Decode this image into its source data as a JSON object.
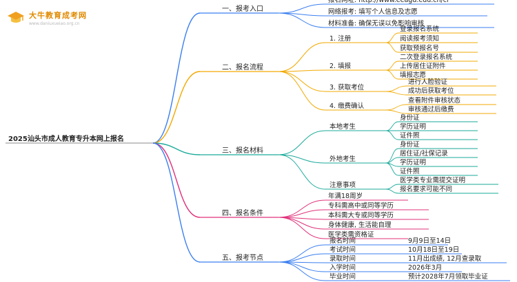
{
  "watermark": {
    "site_name": "大牛教育成考网",
    "site_url": "www.daniuxueiao.org.cn"
  },
  "root": {
    "label": "2025汕头市成人教育专升本网上报名"
  },
  "branches": [
    {
      "label": "一、报考入口",
      "color": "#3a7ef0",
      "children": [
        {
          "label": "报名网址: http://www.eeagd.edu.cn/cr"
        },
        {
          "label": "网络报考: 填写个人信息及志愿"
        },
        {
          "label": "材料准备: 确保无误以免影响审核"
        }
      ]
    },
    {
      "label": "二、报名流程",
      "color": "#f2a900",
      "children": [
        {
          "label": "1. 注册",
          "children": [
            {
              "label": "登录报名系统"
            },
            {
              "label": "阅读报考须知"
            },
            {
              "label": "获取预报名号"
            }
          ]
        },
        {
          "label": "2. 填报",
          "children": [
            {
              "label": "二次登录报名系统"
            },
            {
              "label": "上传居住证附件"
            },
            {
              "label": "填报志愿"
            }
          ]
        },
        {
          "label": "3. 获取考位",
          "children": [
            {
              "label": "进行人脸验证"
            },
            {
              "label": "成功后获取考位"
            }
          ]
        },
        {
          "label": "4. 缴费确认",
          "children": [
            {
              "label": "查看附件审核状态"
            },
            {
              "label": "审核通过后缴费"
            }
          ]
        }
      ]
    },
    {
      "label": "三、报名材料",
      "color": "#1aaa9a",
      "children": [
        {
          "label": "本地考生",
          "children": [
            {
              "label": "身份证"
            },
            {
              "label": "学历证明"
            },
            {
              "label": "证件照"
            }
          ]
        },
        {
          "label": "外地考生",
          "children": [
            {
              "label": "身份证"
            },
            {
              "label": "居住证/社保记录"
            },
            {
              "label": "学历证明"
            },
            {
              "label": "证件照"
            }
          ]
        },
        {
          "label": "注意事项",
          "children": [
            {
              "label": "医学类专业需提交证明"
            },
            {
              "label": "报名要求可能不同"
            }
          ]
        }
      ]
    },
    {
      "label": "四、报名条件",
      "color": "#e0307a",
      "children": [
        {
          "label": "年满18周岁"
        },
        {
          "label": "专科需高中或同等学历"
        },
        {
          "label": "本科需大专或同等学历"
        },
        {
          "label": "身体健康, 生活能自理"
        },
        {
          "label": "医学类需资格证"
        }
      ]
    },
    {
      "label": "五、报考节点",
      "color": "#3a7ef0",
      "children": [
        {
          "label": "报名时间",
          "children": [
            {
              "label": "9月9日至14日"
            }
          ]
        },
        {
          "label": "考试时间",
          "children": [
            {
              "label": "10月18日至19日"
            }
          ]
        },
        {
          "label": "录取时间",
          "children": [
            {
              "label": "11月出成绩, 12月查录取"
            }
          ]
        },
        {
          "label": "入学时间",
          "children": [
            {
              "label": "2026年3月"
            }
          ]
        },
        {
          "label": "毕业时间",
          "children": [
            {
              "label": "预计2028年7月领取毕业证"
            }
          ]
        }
      ]
    }
  ]
}
